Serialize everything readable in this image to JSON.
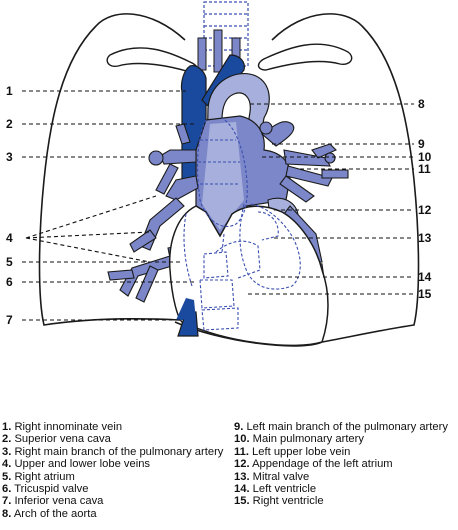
{
  "colors": {
    "dark_vessel": "#1a4a9e",
    "mid_vessel": "#7c87c9",
    "light_vessel": "#a7b0dc",
    "outline": "#1b1b1b",
    "dashed": "#3a4fb0"
  },
  "callouts": [
    {
      "id": "1",
      "label": "1"
    },
    {
      "id": "2",
      "label": "2"
    },
    {
      "id": "3",
      "label": "3"
    },
    {
      "id": "4",
      "label": "4"
    },
    {
      "id": "5",
      "label": "5"
    },
    {
      "id": "6",
      "label": "6"
    },
    {
      "id": "7",
      "label": "7"
    },
    {
      "id": "8",
      "label": "8"
    },
    {
      "id": "9",
      "label": "9"
    },
    {
      "id": "10",
      "label": "10"
    },
    {
      "id": "11",
      "label": "11"
    },
    {
      "id": "12",
      "label": "12"
    },
    {
      "id": "13",
      "label": "13"
    },
    {
      "id": "14",
      "label": "14"
    },
    {
      "id": "15",
      "label": "15"
    }
  ],
  "legend": {
    "left": [
      {
        "num": "1.",
        "text": "Right innominate vein"
      },
      {
        "num": "2.",
        "text": "Superior vena cava"
      },
      {
        "num": "3.",
        "text": "Right main branch of the pulmonary artery"
      },
      {
        "num": "4.",
        "text": "Upper and lower lobe veins"
      },
      {
        "num": "5.",
        "text": "Right atrium"
      },
      {
        "num": "6.",
        "text": "Tricuspid valve"
      },
      {
        "num": "7.",
        "text": "Inferior vena cava"
      },
      {
        "num": "8.",
        "text": "Arch of the aorta"
      }
    ],
    "right": [
      {
        "num": "9.",
        "text": "Left main branch of the pulmonary artery"
      },
      {
        "num": "10.",
        "text": "Main pulmonary artery"
      },
      {
        "num": "11.",
        "text": "Left upper lobe vein"
      },
      {
        "num": "12.",
        "text": "Appendage of the left atrium"
      },
      {
        "num": "13.",
        "text": "Mitral valve"
      },
      {
        "num": "14.",
        "text": "Left ventricle"
      },
      {
        "num": "15.",
        "text": "Right ventricle"
      }
    ]
  }
}
